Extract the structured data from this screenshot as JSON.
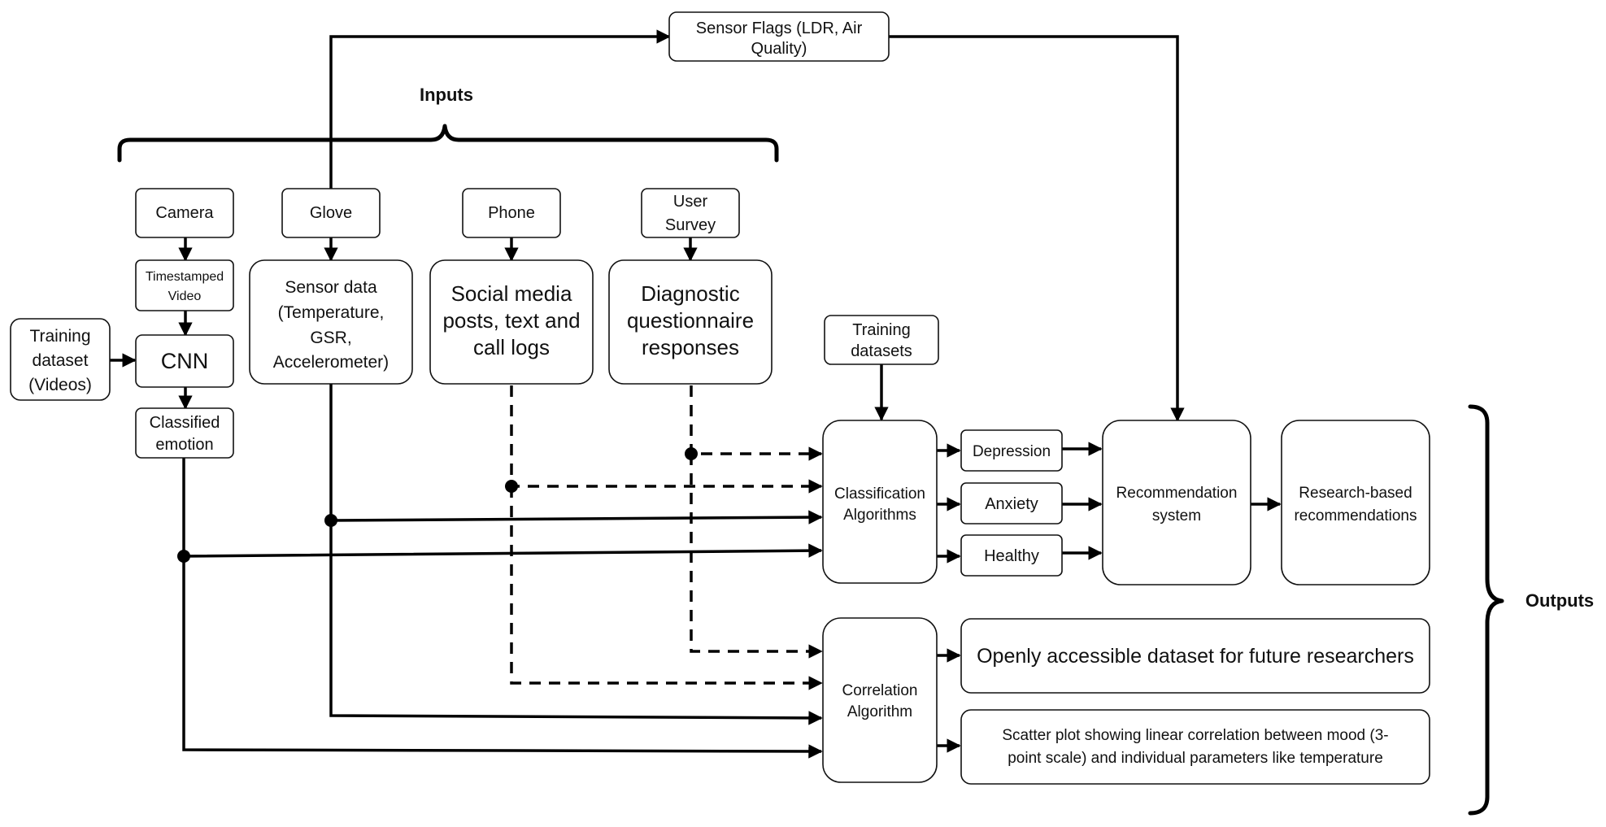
{
  "headings": {
    "inputs": "Inputs",
    "outputs": "Outputs"
  },
  "nodes": {
    "sensor_flags": [
      "Sensor Flags (LDR, Air",
      "Quality)"
    ],
    "camera": [
      "Camera"
    ],
    "glove": [
      "Glove"
    ],
    "phone": [
      "Phone"
    ],
    "user_survey": [
      "User",
      "Survey"
    ],
    "timestamped_video": [
      "Timestamped",
      "Video"
    ],
    "sensor_data": [
      "Sensor data",
      "(Temperature,",
      "GSR,",
      "Accelerometer)"
    ],
    "social_media": [
      "Social media",
      "posts, text and",
      "call logs"
    ],
    "diagnostic": [
      "Diagnostic",
      "questionnaire",
      "responses"
    ],
    "training_dataset_videos": [
      "Training",
      "dataset",
      "(Videos)"
    ],
    "cnn": [
      "CNN"
    ],
    "classified_emotion": [
      "Classified",
      "emotion"
    ],
    "training_datasets": [
      "Training",
      "datasets"
    ],
    "classification_algorithms": [
      "Classification",
      "Algorithms"
    ],
    "depression": [
      "Depression"
    ],
    "anxiety": [
      "Anxiety"
    ],
    "healthy": [
      "Healthy"
    ],
    "recommendation_system": [
      "Recommendation",
      "system"
    ],
    "research_recommendations": [
      "Research-based",
      "recommendations"
    ],
    "correlation_algorithm": [
      "Correlation",
      "Algorithm"
    ],
    "open_dataset": [
      "Openly accessible dataset for future researchers"
    ],
    "scatter_plot": [
      "Scatter plot showing linear correlation between mood (3-",
      "point scale) and individual parameters like temperature"
    ]
  }
}
